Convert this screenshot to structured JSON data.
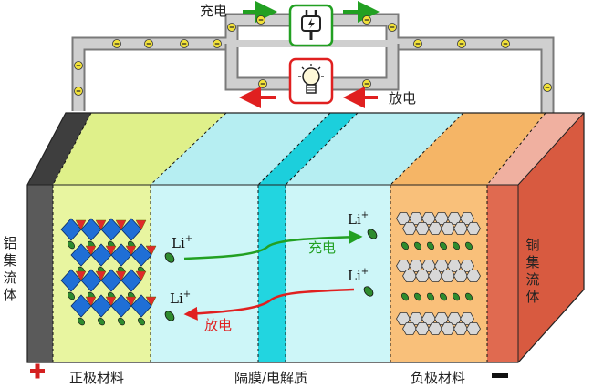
{
  "labels": {
    "charge_top": "充电",
    "discharge_top": "放电",
    "left_collector": "铝集流体",
    "right_collector": "铜集流体",
    "cathode": "正极材料",
    "separator": "隔膜/电解质",
    "anode": "负极材料",
    "positive_sign": "+",
    "negative_sign": "−"
  },
  "ions": {
    "li": "Li",
    "plus": "+",
    "charge_label": "充电",
    "discharge_label": "放电"
  },
  "electron_symbol": "⊖",
  "colors": {
    "aluminum": "#5a5a5a",
    "cathode": "#e8f5a0",
    "electrolyte": "#cdf6f8",
    "separator": "#22d5e0",
    "anode": "#f9c07a",
    "copper": "#e06a50",
    "wire": "#cfcfcf",
    "charge_arrow": "#22a022",
    "discharge_arrow": "#e02020",
    "electron": "#f2e23a",
    "ion": "#2e8b2e"
  }
}
